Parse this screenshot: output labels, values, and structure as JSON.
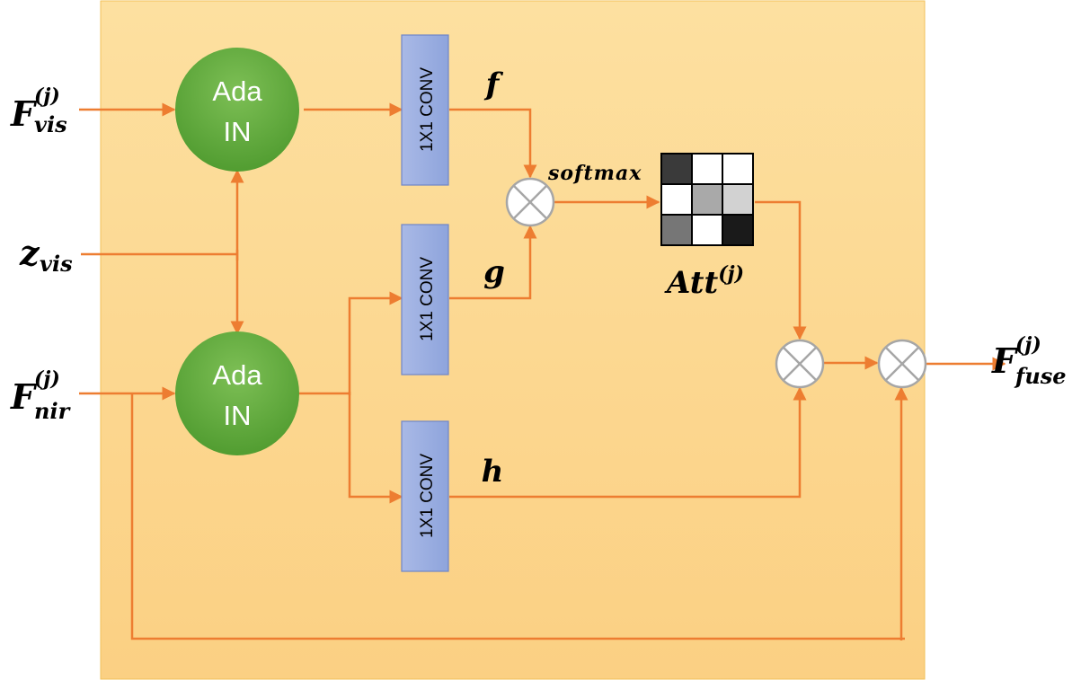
{
  "colors": {
    "panel_top": "#fde0a0",
    "panel_bottom": "#fbd083",
    "panel_border": "#f2c15a",
    "arrow": "#ed7d31",
    "conv_fill_top": "#a9b9e6",
    "conv_fill_bottom": "#8ea4dc",
    "conv_border": "#6f86c8",
    "circle_top": "#7dbf55",
    "circle_bottom": "#4e9a2e",
    "multiply_border": "#a6a6a6"
  },
  "inputs": {
    "f_vis": {
      "base": "F",
      "sup": "(j)",
      "sub": "vis"
    },
    "z_vis": {
      "base": "z",
      "sub": "vis"
    },
    "f_nir": {
      "base": "F",
      "sup": "(j)",
      "sub": "nir"
    }
  },
  "output": {
    "base": "F",
    "sup": "(j)",
    "sub": "fuse"
  },
  "adain_top": {
    "line1": "Ada",
    "line2": "IN"
  },
  "adain_bottom": {
    "line1": "Ada",
    "line2": "IN"
  },
  "conv_labels": [
    "1X1 CONV",
    "1X1 CONV",
    "1X1 CONV"
  ],
  "edge_labels": {
    "f": "f",
    "g": "g",
    "h": "h",
    "softmax": "softmax"
  },
  "attention": {
    "label_base": "Att",
    "label_sup": "(j)",
    "grid": [
      [
        "#3a3a3a",
        "#ffffff",
        "#ffffff"
      ],
      [
        "#ffffff",
        "#a9a9a9",
        "#d2d2d2"
      ],
      [
        "#767676",
        "#ffffff",
        "#1a1a1a"
      ]
    ]
  },
  "operator_icon": "multiply-circle-icon"
}
